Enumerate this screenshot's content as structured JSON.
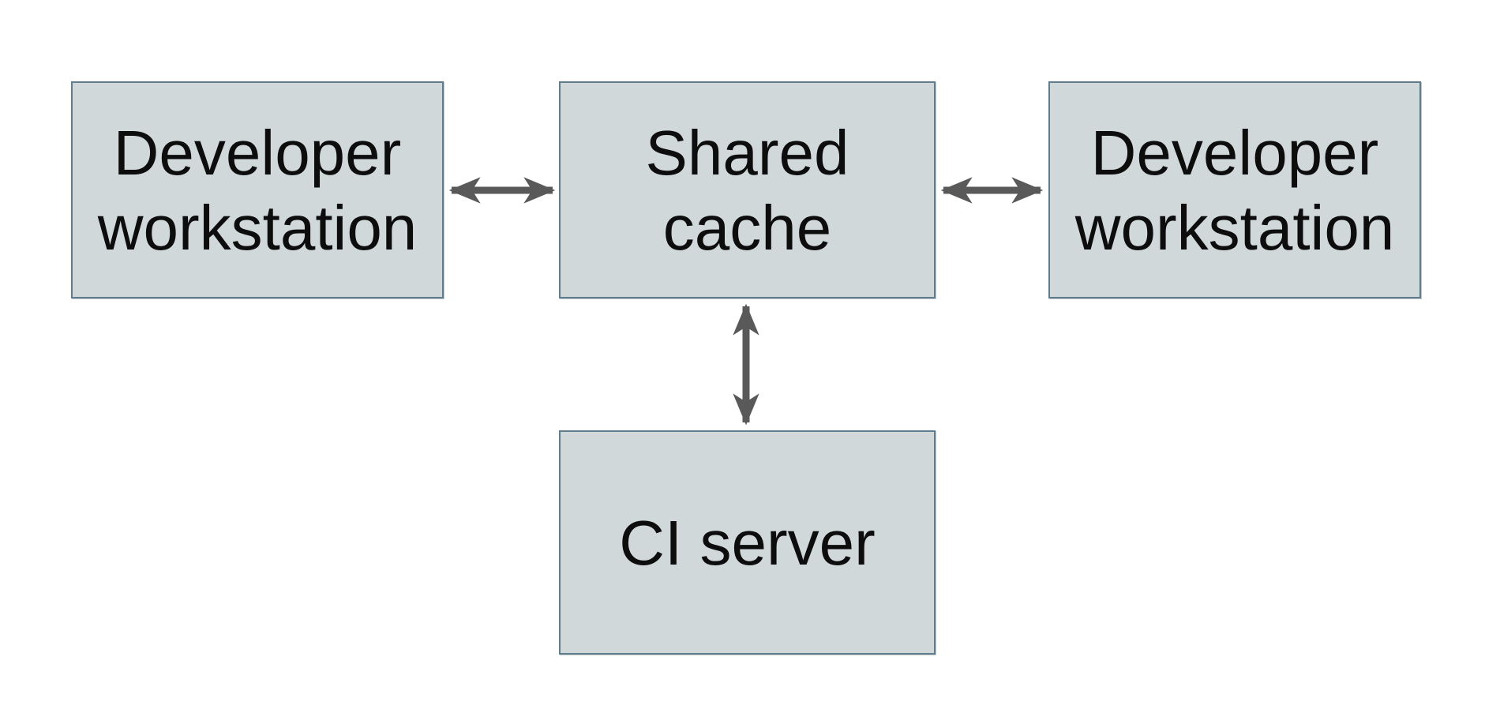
{
  "diagram": {
    "nodes": [
      {
        "id": "dev-left",
        "label": "Developer\nworkstation"
      },
      {
        "id": "shared-cache",
        "label": "Shared\ncache"
      },
      {
        "id": "dev-right",
        "label": "Developer\nworkstation"
      },
      {
        "id": "ci-server",
        "label": "CI server"
      }
    ],
    "edges": [
      {
        "from": "dev-left",
        "to": "shared-cache",
        "direction": "bidirectional"
      },
      {
        "from": "shared-cache",
        "to": "dev-right",
        "direction": "bidirectional"
      },
      {
        "from": "shared-cache",
        "to": "ci-server",
        "direction": "bidirectional"
      }
    ],
    "colors": {
      "background": "#ffffff",
      "node_fill": "#d1d8da",
      "node_border": "#5f7d8c",
      "arrow": "#595959",
      "text": "#0d0d0d"
    }
  }
}
